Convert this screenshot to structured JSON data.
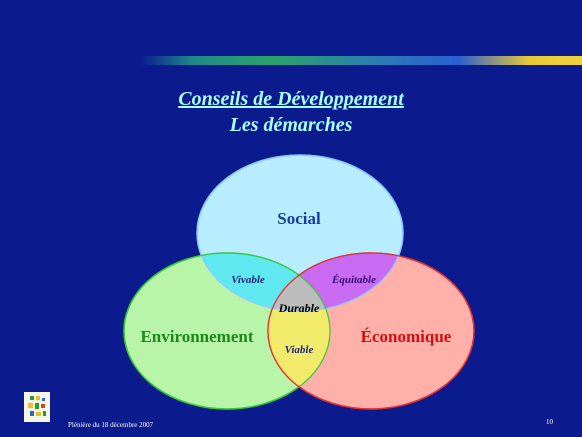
{
  "title": {
    "line1": "Conseils de Développement",
    "line2": "Les démarches"
  },
  "diagram": {
    "circles": {
      "social": "Social",
      "environnement": "Environnement",
      "economique": "Économique"
    },
    "intersections": {
      "vivable": "Vivable",
      "equitable": "Équitable",
      "viable": "Viable",
      "durable": "Durable"
    },
    "colors": {
      "background": "#0b1b8e",
      "social_fill": "#b8ecff",
      "environnement_fill": "#b8f5a8",
      "economique_fill": "#ffb0a8",
      "vivable_fill": "#5fe8f0",
      "equitable_fill": "#c86bf2",
      "viable_fill": "#f2ea6a",
      "durable_fill": "#bcbcbc",
      "social_label": "#1a3ca0",
      "environnement_label": "#1a8a1a",
      "economique_label": "#d01010"
    }
  },
  "footer": {
    "text": "Plénière du 18 décembre 2007",
    "page": "10"
  }
}
